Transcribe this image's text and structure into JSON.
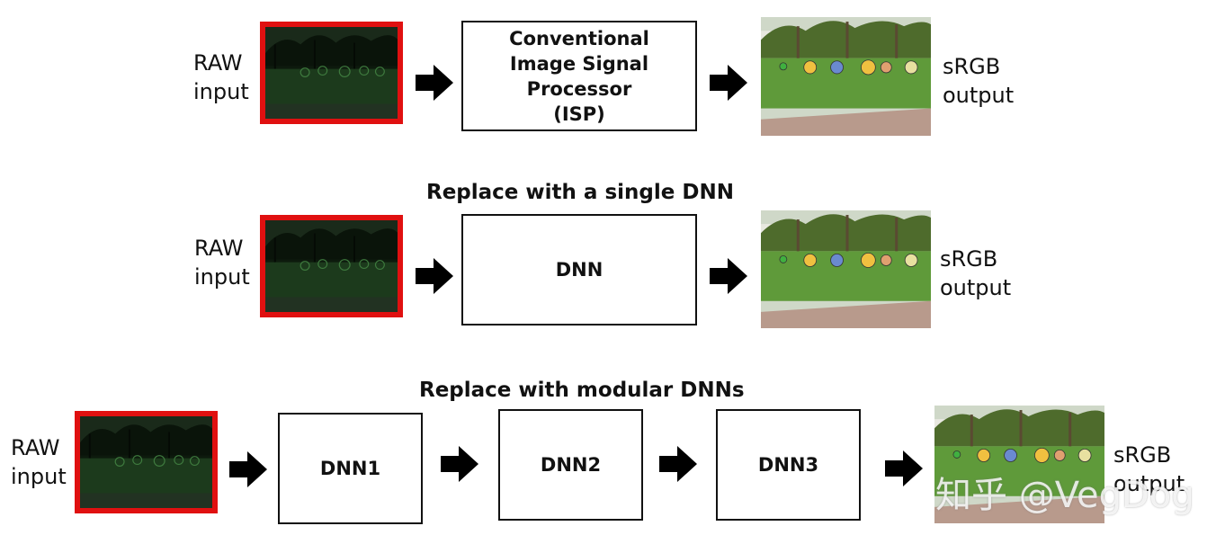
{
  "row1": {
    "input_label": "RAW\ninput",
    "box_label": "Conventional\nImage Signal\nProcessor\n(ISP)",
    "output_label": "sRGB\noutput"
  },
  "row2": {
    "heading": "Replace with a single DNN",
    "input_label": "RAW\ninput",
    "box_label": "DNN",
    "output_label": "sRGB\noutput"
  },
  "row3": {
    "heading": "Replace with modular DNNs",
    "input_label": "RAW\ninput",
    "boxes": [
      "DNN1",
      "DNN2",
      "DNN3"
    ],
    "output_label": "sRGB\noutput"
  },
  "watermark": "知乎 @VegDog",
  "colors": {
    "raw_frame": "#e01010",
    "arrow": "#000000"
  }
}
